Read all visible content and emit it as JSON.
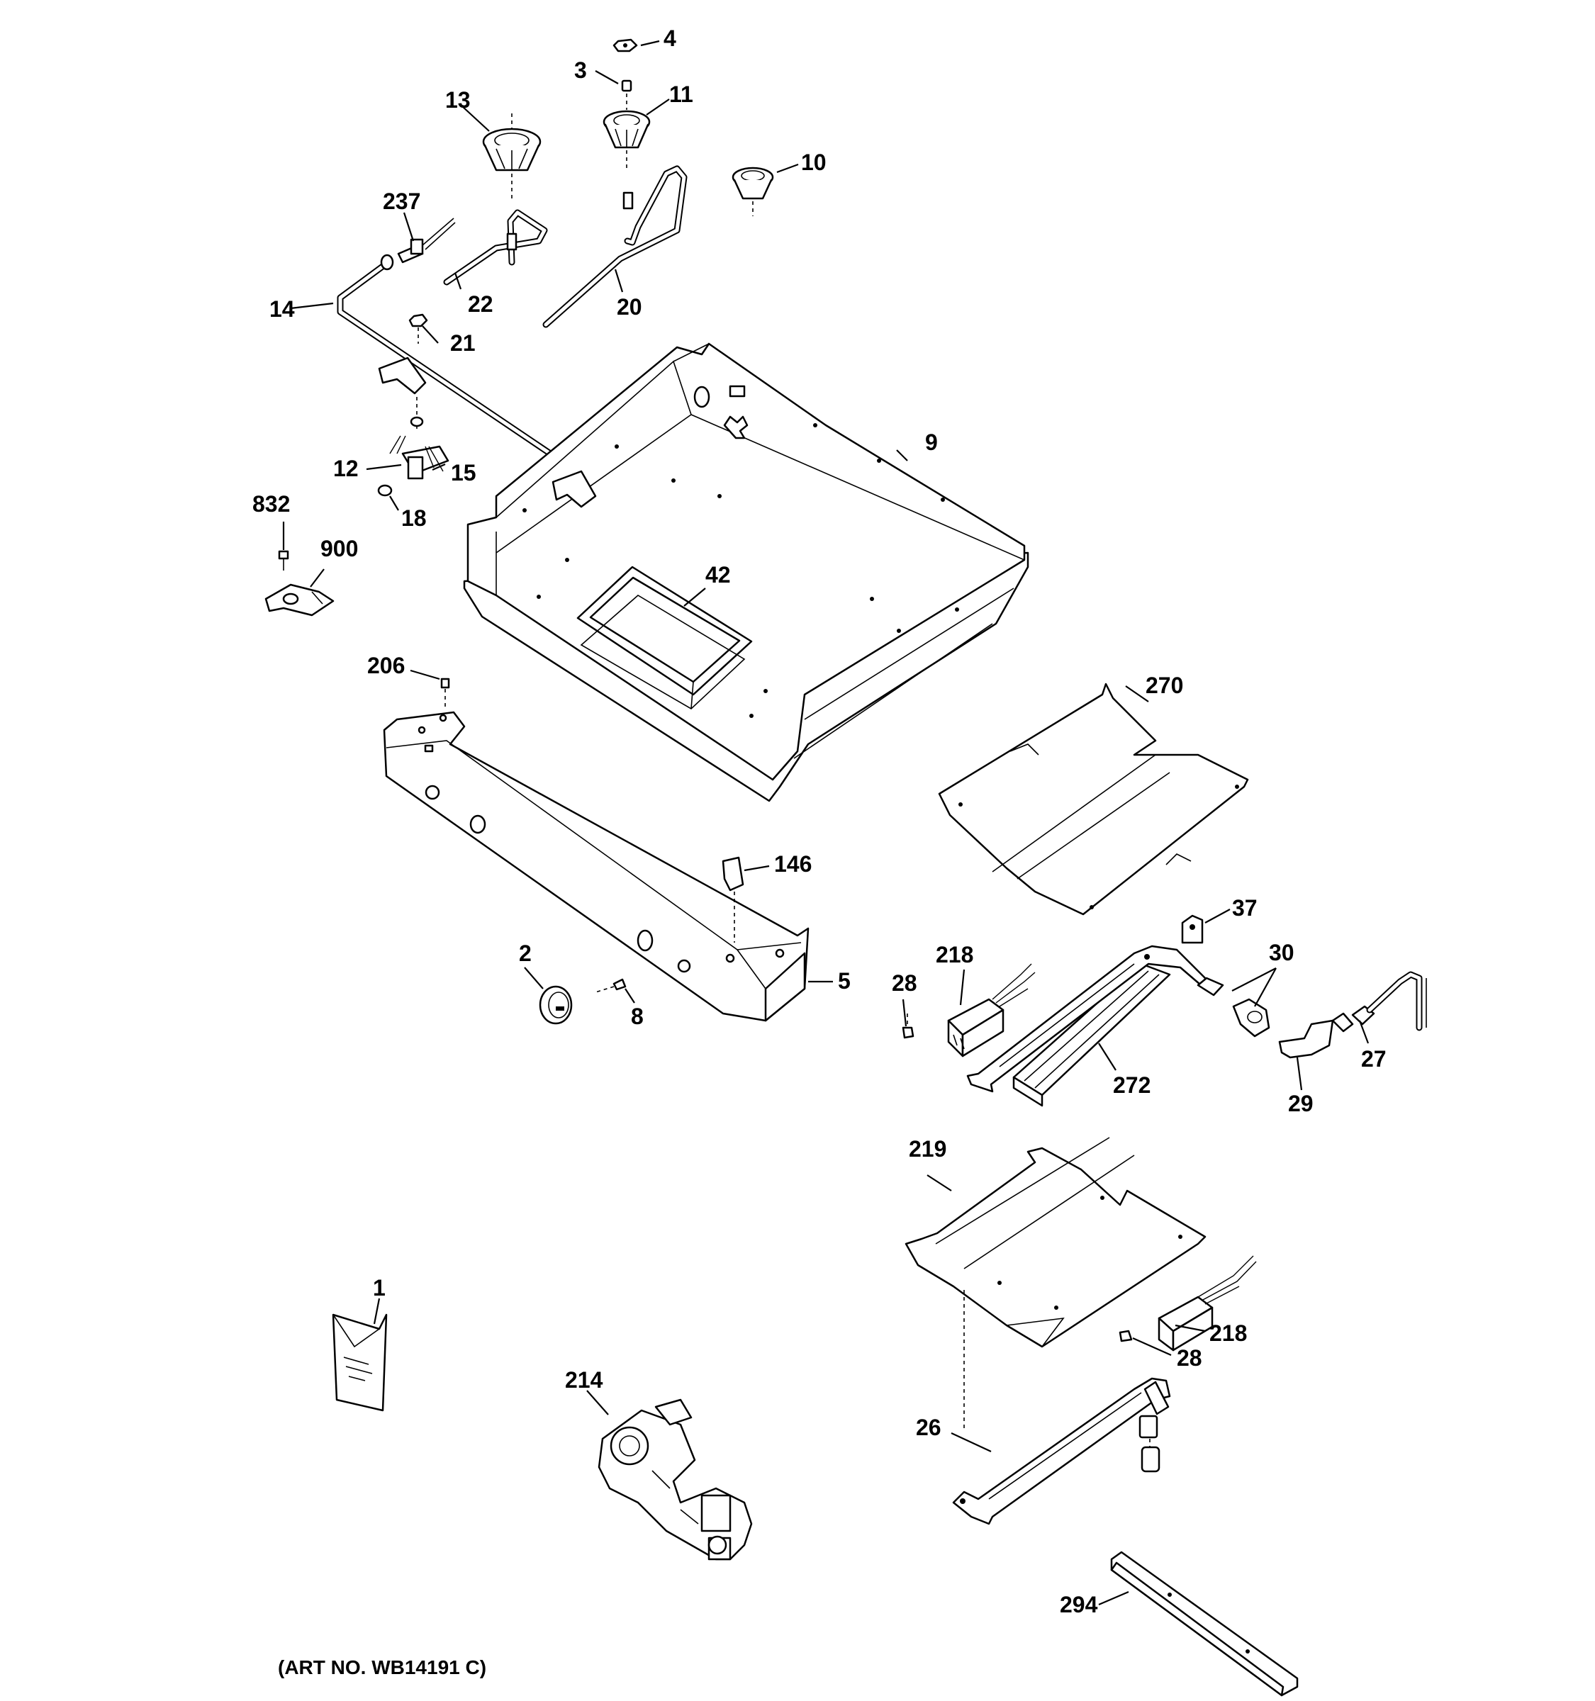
{
  "art_number": "(ART NO. WB14191 C)",
  "callouts": {
    "c1": "1",
    "c2": "2",
    "c3": "3",
    "c4": "4",
    "c5": "5",
    "c8": "8",
    "c9": "9",
    "c10": "10",
    "c11": "11",
    "c12": "12",
    "c13": "13",
    "c14": "14",
    "c15": "15",
    "c18": "18",
    "c20": "20",
    "c21": "21",
    "c22": "22",
    "c26": "26",
    "c27": "27",
    "c28a": "28",
    "c28b": "28",
    "c29": "29",
    "c30": "30",
    "c37": "37",
    "c42": "42",
    "c146": "146",
    "c206": "206",
    "c214": "214",
    "c218a": "218",
    "c218b": "218",
    "c219": "219",
    "c237": "237",
    "c270": "270",
    "c272": "272",
    "c294": "294",
    "c832": "832",
    "c900": "900"
  }
}
